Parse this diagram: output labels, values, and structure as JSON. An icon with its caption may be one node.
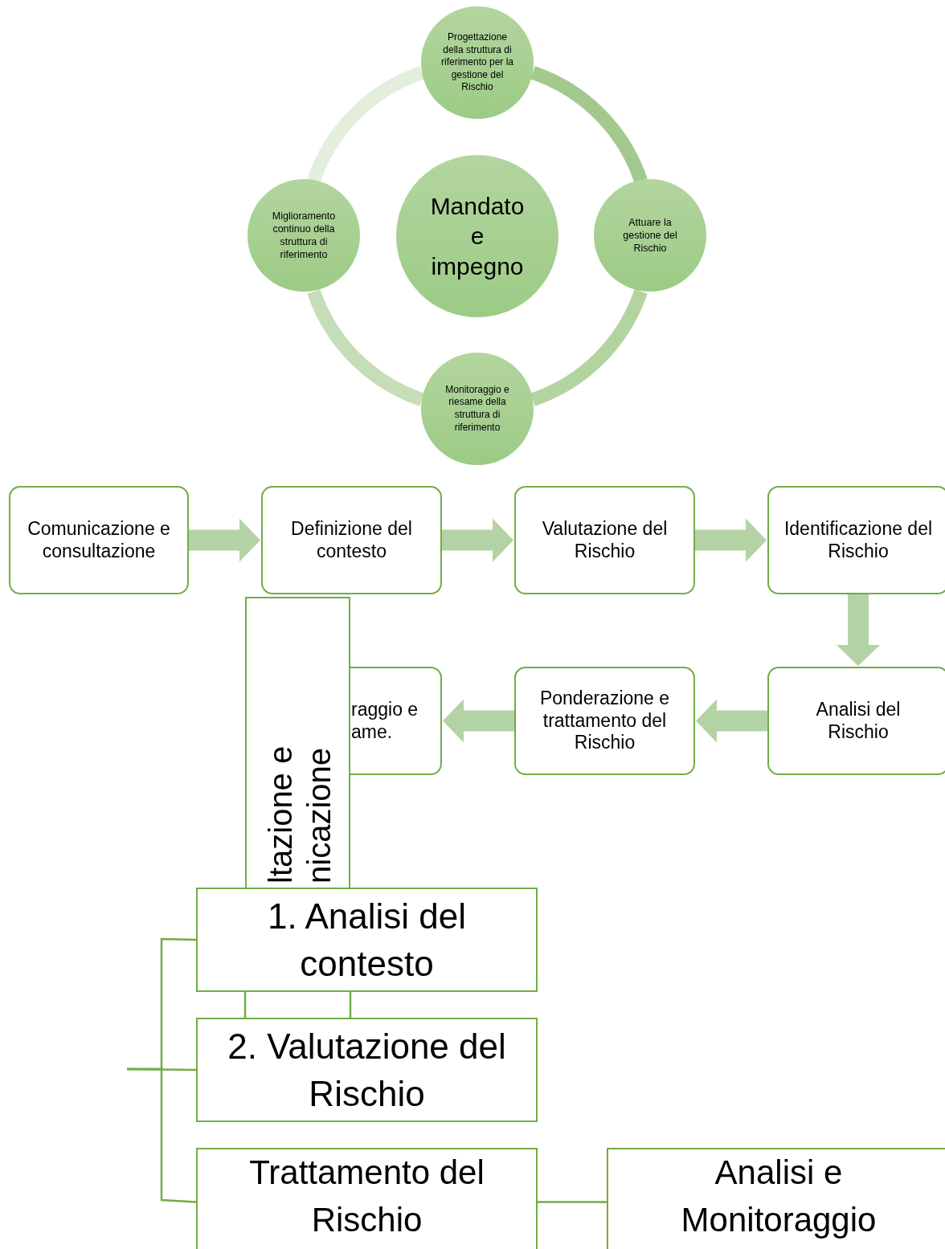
{
  "diagram": {
    "nodes": [
      {
        "text": [
          "Mandato e impegno"
        ]
      },
      {
        "text": [
          "Progettazione della struttura di riferimento per la gestione del Rischio"
        ]
      },
      {
        "text": [
          "Attuare la gestione del Rischio"
        ]
      },
      {
        "text": [
          "Monitoraggio e riesame della struttura di riferimento"
        ]
      },
      {
        "text": [
          "Miglioramento continuo della struttura di riferimento"
        ]
      },
      {
        "text": [
          "Comunicazione e consultazione"
        ]
      },
      {
        "text": [
          "Definizione del contesto"
        ]
      },
      {
        "text": [
          "Valutazione del Rischio"
        ]
      },
      {
        "text": [
          "Identificazione del Rischio"
        ]
      },
      {
        "text": [
          "Analisi del Rischio"
        ]
      },
      {
        "text": [
          "Ponderazione e trattamento del Rischio"
        ]
      },
      {
        "text": [
          "raggio e ame."
        ]
      },
      {
        "text": [
          "ltazione e nicazione"
        ]
      },
      {
        "text": [
          "1. Analisi del contesto"
        ]
      },
      {
        "text": [
          "2. Valutazione del Rischio"
        ]
      },
      {
        "text": [
          "Trattamento del Rischio"
        ]
      },
      {
        "text": [
          "Analisi e Monitoraggio"
        ]
      }
    ],
    "edges": [
      {
        "from": 1,
        "to": 2,
        "arrow": "none",
        "color": "#a3c98f"
      },
      {
        "from": 2,
        "to": 3,
        "arrow": "none",
        "color": "#b3d49f"
      },
      {
        "from": 3,
        "to": 4,
        "arrow": "none",
        "color": "#c5ddb8"
      },
      {
        "from": 4,
        "to": 1,
        "arrow": "none",
        "color": "#e3eedc"
      },
      {
        "from": 5,
        "to": 6,
        "arrow": "to"
      },
      {
        "from": 6,
        "to": 7,
        "arrow": "to"
      },
      {
        "from": 7,
        "to": 8,
        "arrow": "to"
      },
      {
        "from": 8,
        "to": 9,
        "arrow": "to"
      },
      {
        "from": 9,
        "to": 10,
        "arrow": "to"
      },
      {
        "from": 10,
        "to": 11,
        "arrow": "to"
      },
      {
        "from": null,
        "to": 13,
        "arrow": "none",
        "color": "#70ad47"
      },
      {
        "from": null,
        "to": 14,
        "arrow": "none",
        "color": "#70ad47"
      },
      {
        "from": null,
        "to": 15,
        "arrow": "none",
        "color": "#70ad47"
      },
      {
        "from": 15,
        "to": 16,
        "arrow": "none",
        "color": "#70ad47"
      }
    ]
  }
}
